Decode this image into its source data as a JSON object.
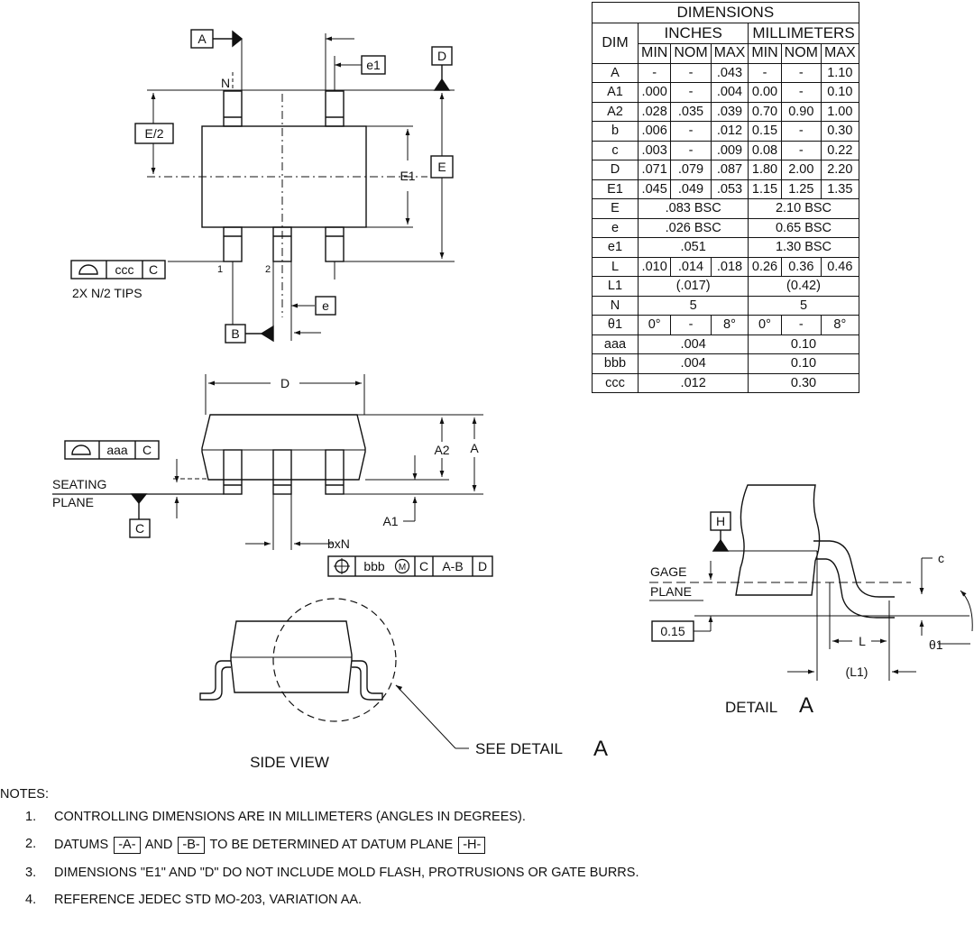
{
  "top_view": {
    "datum_a": "A",
    "datum_b": "B",
    "datum_d": "D",
    "label_e_half": "E/2",
    "label_e1": "E1",
    "label_e": "E",
    "label_e1_pitch": "e1",
    "label_e_pitch": "e",
    "label_n": "N",
    "pin1": "1",
    "pin2": "2",
    "tolerance_ccc": "ccc",
    "tolerance_ccc_datum": "C",
    "tips_note": "2X N/2 TIPS"
  },
  "side_view": {
    "label_d": "D",
    "label_a": "A",
    "label_a2": "A2",
    "label_a1": "A1",
    "label_bxn": "bxN",
    "tolerance_aaa": "aaa",
    "tolerance_aaa_datum": "C",
    "seating_line1": "SEATING",
    "seating_line2": "PLANE",
    "datum_c": "C",
    "fcf_bbb": "bbb",
    "fcf_modifier": "M",
    "fcf_c": "C",
    "fcf_ab": "A-B",
    "fcf_d": "D",
    "caption": "SIDE VIEW",
    "see_detail": "SEE DETAIL",
    "see_detail_letter": "A"
  },
  "detail_a": {
    "datum_h": "H",
    "gage_line1": "GAGE",
    "gage_line2": "PLANE",
    "gage_value": "0.15",
    "label_c": "c",
    "label_l": "L",
    "label_l1": "(L1)",
    "label_theta": "θ1",
    "caption": "DETAIL",
    "caption_letter": "A"
  },
  "table": {
    "title": "DIMENSIONS",
    "dim_header": "DIM",
    "inches_header": "INCHES",
    "mm_header": "MILLIMETERS",
    "sub_headers": [
      "MIN",
      "NOM",
      "MAX",
      "MIN",
      "NOM",
      "MAX"
    ],
    "rows": [
      {
        "dim": "A",
        "cells": [
          "-",
          "-",
          ".043",
          "-",
          "-",
          "1.10"
        ]
      },
      {
        "dim": "A1",
        "cells": [
          ".000",
          "-",
          ".004",
          "0.00",
          "-",
          "0.10"
        ]
      },
      {
        "dim": "A2",
        "cells": [
          ".028",
          ".035",
          ".039",
          "0.70",
          "0.90",
          "1.00"
        ]
      },
      {
        "dim": "b",
        "cells": [
          ".006",
          "-",
          ".012",
          "0.15",
          "-",
          "0.30"
        ]
      },
      {
        "dim": "c",
        "cells": [
          ".003",
          "-",
          ".009",
          "0.08",
          "-",
          "0.22"
        ]
      },
      {
        "dim": "D",
        "cells": [
          ".071",
          ".079",
          ".087",
          "1.80",
          "2.00",
          "2.20"
        ]
      },
      {
        "dim": "E1",
        "cells": [
          ".045",
          ".049",
          ".053",
          "1.15",
          "1.25",
          "1.35"
        ]
      },
      {
        "dim": "E",
        "inch_span": ".083 BSC",
        "mm_span": "2.10 BSC"
      },
      {
        "dim": "e",
        "inch_span": ".026 BSC",
        "mm_span": "0.65 BSC"
      },
      {
        "dim": "e1",
        "inch_span": ".051",
        "mm_span": "1.30 BSC"
      },
      {
        "dim": "L",
        "cells": [
          ".010",
          ".014",
          ".018",
          "0.26",
          "0.36",
          "0.46"
        ]
      },
      {
        "dim": "L1",
        "inch_span": "(.017)",
        "mm_span": "(0.42)"
      },
      {
        "dim": "N",
        "inch_span": "5",
        "mm_span": "5"
      },
      {
        "dim": "θ1",
        "cells": [
          "0°",
          "-",
          "8°",
          "0°",
          "-",
          "8°"
        ]
      },
      {
        "dim": "aaa",
        "inch_span": ".004",
        "mm_span": "0.10"
      },
      {
        "dim": "bbb",
        "inch_span": ".004",
        "mm_span": "0.10"
      },
      {
        "dim": "ccc",
        "inch_span": ".012",
        "mm_span": "0.30"
      }
    ]
  },
  "notes": {
    "title": "NOTES:",
    "n1_num": "1.",
    "n1_text": "CONTROLLING DIMENSIONS ARE IN MILLIMETERS (ANGLES IN DEGREES).",
    "n2_num": "2.",
    "n2_pre": "DATUMS",
    "n2_box1": "-A-",
    "n2_and": "AND",
    "n2_box2": "-B-",
    "n2_mid": "TO BE DETERMINED AT DATUM PLANE",
    "n2_box3": "-H-",
    "n3_num": "3.",
    "n3_text": "DIMENSIONS \"E1\" AND \"D\" DO NOT INCLUDE MOLD FLASH, PROTRUSIONS OR GATE BURRS.",
    "n4_num": "4.",
    "n4_text": "REFERENCE JEDEC STD MO-203, VARIATION AA."
  }
}
